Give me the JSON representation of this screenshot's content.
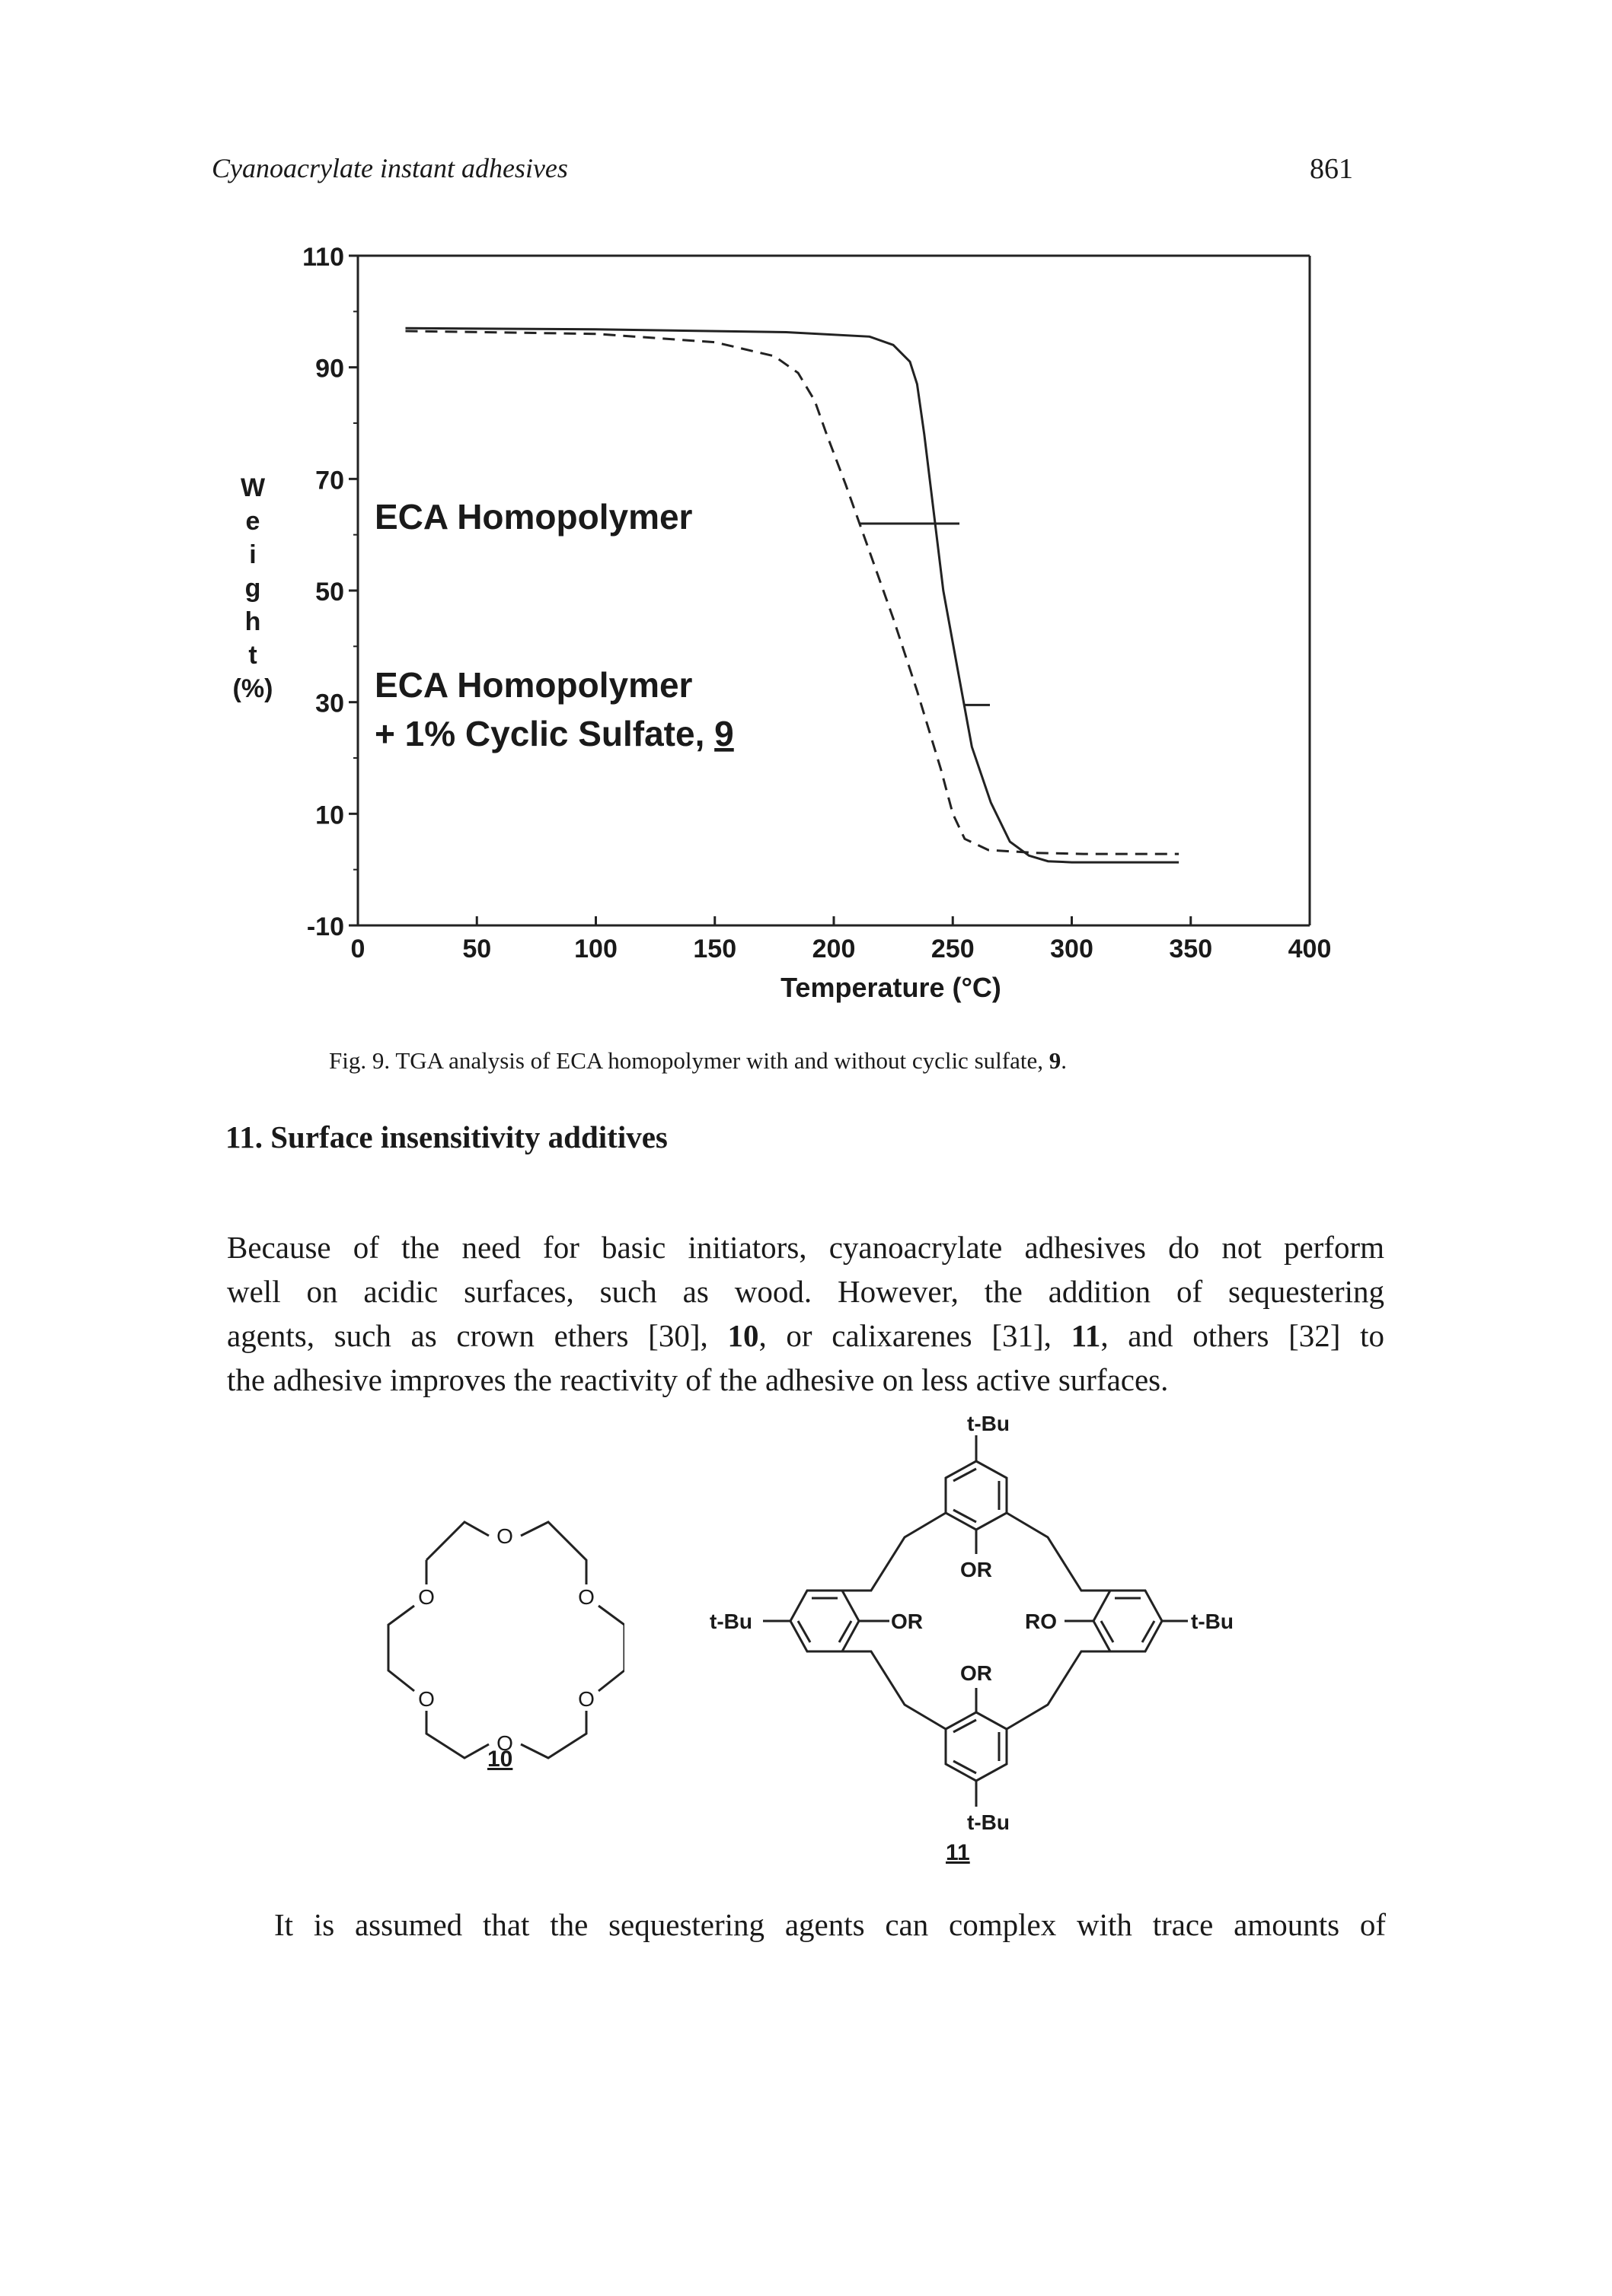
{
  "header": {
    "running_title": "Cyanoacrylate instant adhesives",
    "page_number": "861"
  },
  "figure": {
    "caption_prefix": "Fig. 9.",
    "caption_text": "TGA analysis of ECA homopolymer with and without cyclic sulfate,",
    "caption_compound": "9",
    "caption_end": "."
  },
  "chart_data": {
    "type": "line",
    "title": "",
    "xlabel": "Temperature (°C)",
    "ylabel": [
      "W",
      "e",
      "i",
      "g",
      "h",
      "t",
      "(%)"
    ],
    "xlim": [
      0,
      400
    ],
    "ylim": [
      -10,
      110
    ],
    "x_ticks": [
      "0",
      "50",
      "100",
      "150",
      "200",
      "250",
      "300",
      "350",
      "400"
    ],
    "y_ticks": [
      "110",
      "90",
      "70",
      "50",
      "30",
      "10",
      "-10"
    ],
    "grid": false,
    "legend": "callout labels inside plot",
    "series": [
      {
        "name": "ECA Homopolymer",
        "style": "dashed",
        "x": [
          20,
          100,
          150,
          175,
          185,
          192,
          197,
          205,
          215,
          225,
          235,
          245,
          250,
          255,
          265,
          285,
          305,
          345
        ],
        "y": [
          96.5,
          96,
          94.5,
          92,
          89,
          84,
          78,
          69,
          57,
          45,
          32,
          18,
          10,
          5.5,
          3.5,
          3,
          2.8,
          2.8
        ]
      },
      {
        "name": "ECA Homopolymer + 1% Cyclic Sulfate, 9",
        "style": "solid",
        "x": [
          20,
          100,
          180,
          215,
          225,
          232,
          235,
          238,
          242,
          246,
          252,
          258,
          266,
          274,
          282,
          290,
          300,
          345
        ],
        "y": [
          97,
          96.8,
          96.3,
          95.5,
          94,
          91,
          87,
          78,
          64,
          50,
          36,
          22,
          12,
          5,
          2.5,
          1.5,
          1.3,
          1.3
        ]
      }
    ],
    "annotations": [
      {
        "line1": "ECA Homopolymer",
        "line2": "",
        "underline": ""
      },
      {
        "line1": "ECA Homopolymer",
        "line2": "+ 1% Cyclic Sulfate, ",
        "underline": "9"
      }
    ]
  },
  "section": {
    "number": "11.",
    "title": "Surface insensitivity additives"
  },
  "paragraph1": {
    "line1": "Because of the need for basic initiators, cyanoacrylate adhesives do not perform",
    "line2": "well on acidic surfaces, such as wood. However, the addition of sequestering",
    "line3_a": "agents, such as crown ethers [30],",
    "line3_b": "10",
    "line3_c": ", or calixarenes [31],",
    "line3_d": "11",
    "line3_e": ", and others [32] to",
    "line4": "the adhesive improves the reactivity of the adhesive on less active surfaces."
  },
  "structures": {
    "crown": {
      "oxygen": "O",
      "label": "10"
    },
    "calix": {
      "tbu": "t-Bu",
      "or_top": "OR",
      "or_bottom": "OR",
      "or_left": "OR",
      "ro_right": "RO",
      "label": "11"
    }
  },
  "paragraph2": "It is assumed that the sequestering agents can complex with trace amounts of"
}
